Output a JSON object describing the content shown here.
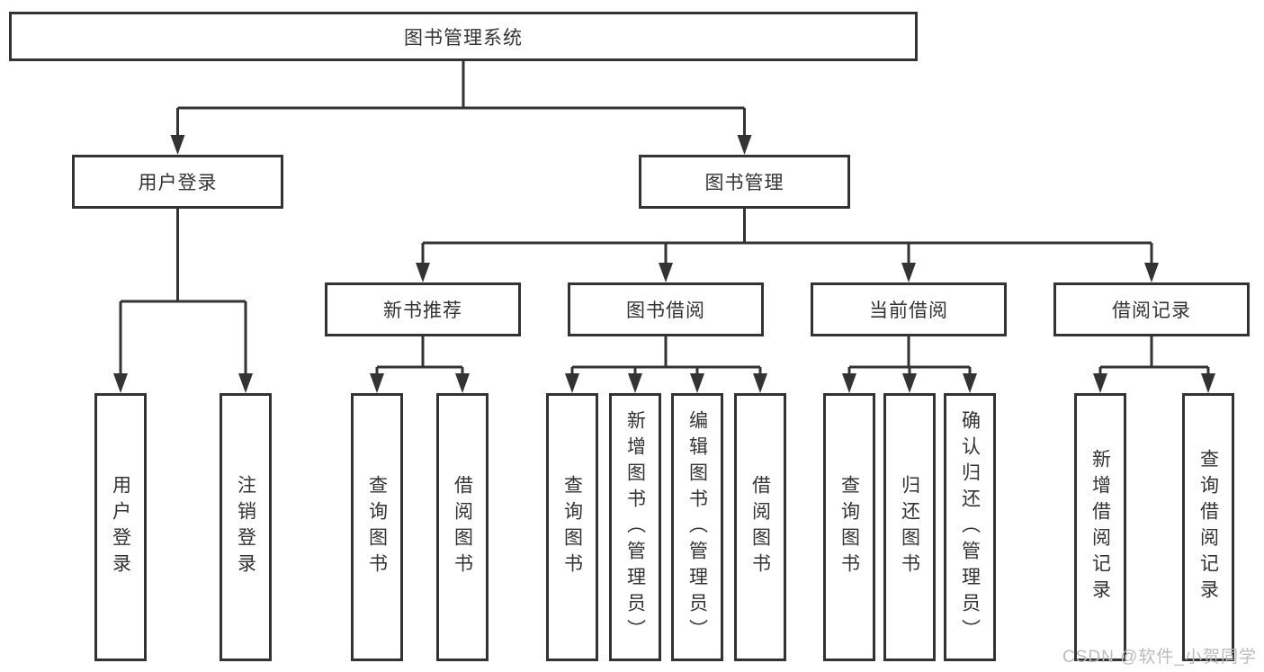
{
  "diagram": {
    "colors": {
      "line": "#333333",
      "text": "#333333",
      "box_background": "#ffffff",
      "watermark": "#bcbcbc",
      "background": "#ffffff"
    },
    "watermark": "CSDN @软件_小贺同学",
    "tree": {
      "root": "图书管理系统",
      "branches": [
        {
          "label": "用户登录",
          "children": [
            "用户登录",
            "注销登录"
          ]
        },
        {
          "label": "图书管理",
          "groups": [
            {
              "label": "新书推荐",
              "children": [
                "查询图书",
                "借阅图书"
              ]
            },
            {
              "label": "图书借阅",
              "children": [
                "查询图书",
                "新增图书（管理员）",
                "编辑图书（管理员）",
                "借阅图书"
              ]
            },
            {
              "label": "当前借阅",
              "children": [
                "查询图书",
                "归还图书",
                "确认归还（管理员）"
              ]
            },
            {
              "label": "借阅记录",
              "children": [
                "新增借阅记录",
                "查询借阅记录"
              ]
            }
          ]
        }
      ]
    }
  }
}
